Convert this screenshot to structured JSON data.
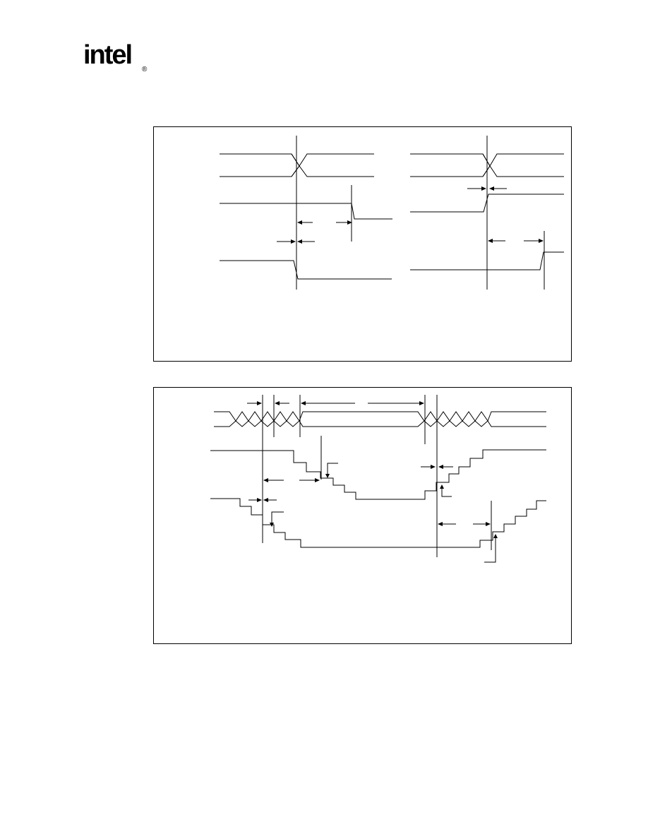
{
  "header": {
    "logo_text": "intel",
    "registered_mark": "®"
  },
  "figures": [
    {
      "id": "figure-1"
    },
    {
      "id": "figure-2"
    }
  ]
}
